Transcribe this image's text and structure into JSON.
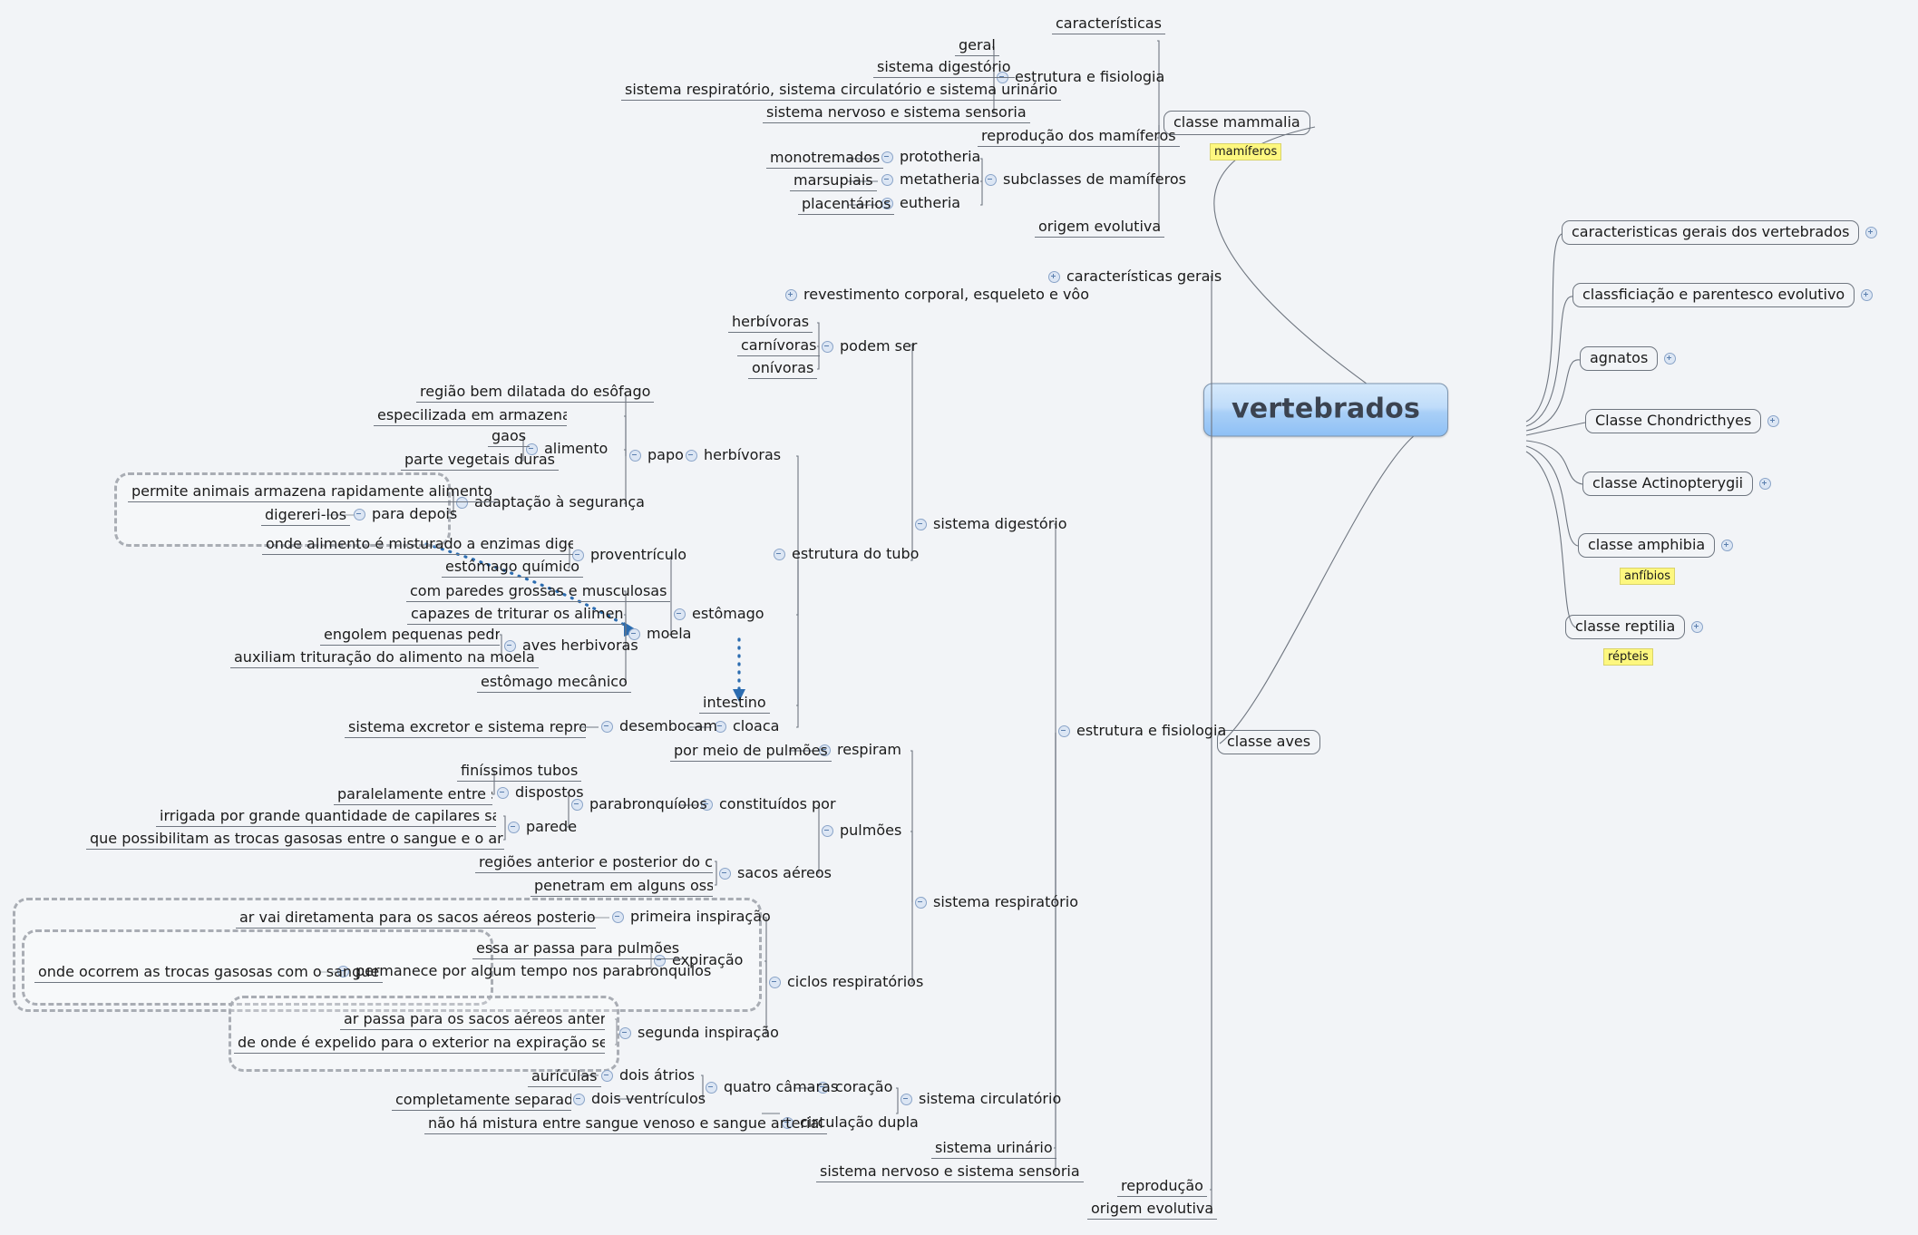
{
  "root": {
    "label": "vertebrados"
  },
  "right_branches": [
    {
      "label": "caracteristicas gerais dos vertebrados",
      "knob": "plus",
      "knob_side": "right"
    },
    {
      "label": "classficiação e parentesco evolutivo",
      "knob": "plus",
      "knob_side": "right"
    },
    {
      "label": "agnatos",
      "knob": "plus",
      "knob_side": "right"
    },
    {
      "label": "Classe Chondricthyes",
      "knob": "plus",
      "knob_side": "right"
    },
    {
      "label": "classe Actinopterygii",
      "knob": "plus",
      "knob_side": "right"
    },
    {
      "label": "classe amphibia",
      "knob": "plus",
      "knob_side": "right",
      "note": "anfíbios"
    },
    {
      "label": "classe reptilia",
      "knob": "plus",
      "knob_side": "right",
      "note": "répteis"
    }
  ],
  "mammalia": {
    "label": "classe mammalia",
    "note": "mamíferos",
    "children": [
      {
        "label": "estrutura e fisiologia",
        "knob": "minus",
        "children": [
          {
            "label": "geral"
          },
          {
            "label": "sistema digestório"
          },
          {
            "label": "sistema respiratório, sistema circulatório e sistema urinário"
          },
          {
            "label": "sistema nervoso e sistema sensoria"
          }
        ]
      },
      {
        "label": "reprodução dos mamíferos"
      },
      {
        "label": "subclasses de mamíferos",
        "knob": "minus",
        "children": [
          {
            "label": "prototheria",
            "knob": "minus",
            "children": [
              {
                "label": "monotremados"
              }
            ]
          },
          {
            "label": "metatheria",
            "knob": "minus",
            "children": [
              {
                "label": "marsupiais"
              }
            ]
          },
          {
            "label": "eutheria",
            "knob": "minus",
            "children": [
              {
                "label": "placentários"
              }
            ]
          }
        ]
      },
      {
        "label": "origem evolutiva"
      }
    ]
  },
  "aves": {
    "label": "classe aves",
    "children": [
      {
        "label": "características gerais",
        "knob": "plus"
      },
      {
        "label": "estrutura e fisiologia",
        "knob": "minus"
      },
      {
        "label": "reprodução"
      },
      {
        "label": "origem evolutiva"
      }
    ]
  },
  "aves_detail": {
    "revestimento": {
      "label": "revestimento corporal, esqueleto e vôo",
      "knob": "plus"
    },
    "digestorio": {
      "label": "sistema digestório",
      "knob": "minus"
    },
    "podem_ser": {
      "label": "podem ser",
      "knob": "minus",
      "children": [
        {
          "label": "herbívoras"
        },
        {
          "label": "carnívoras"
        },
        {
          "label": "onívoras"
        }
      ]
    },
    "estrutura_tubo": {
      "label": "estrutura do tubo",
      "knob": "minus"
    },
    "papo": {
      "label": "papo",
      "knob": "minus",
      "children": [
        {
          "label": "região bem dilatada do esôfago"
        },
        {
          "label": "especilizada em armazenar o alimento"
        },
        {
          "label": "alimento",
          "knob": "minus",
          "children": [
            {
              "label": "gaos"
            },
            {
              "label": "parte vegetais duras"
            }
          ]
        },
        {
          "label": "adaptação à segurança",
          "knob": "minus",
          "children": [
            {
              "label": "permite animais armazena rapidamente alimento"
            },
            {
              "label": "para depois",
              "knob": "minus",
              "children": [
                {
                  "label": "digereri-los"
                }
              ]
            }
          ]
        }
      ]
    },
    "herbivoras_papo": {
      "label": "herbívoras",
      "knob": "minus"
    },
    "proventriculo": {
      "label": "proventrículo",
      "knob": "minus",
      "children": [
        {
          "label": "onde alimento é misturado a enzimas digestórias"
        },
        {
          "label": "estômago químico"
        }
      ]
    },
    "estomago": {
      "label": "estômago",
      "knob": "minus"
    },
    "moela": {
      "label": "moela",
      "knob": "minus",
      "children": [
        {
          "label": "com paredes grossas e musculosas"
        },
        {
          "label": "capazes de triturar os alimentos"
        },
        {
          "label": "aves herbivoras",
          "knob": "minus",
          "children": [
            {
              "label": "engolem pequenas pedras"
            },
            {
              "label": "auxiliam trituração do alimento na moela"
            }
          ]
        },
        {
          "label": "estômago mecânico"
        }
      ]
    },
    "intestino": {
      "label": "intestino"
    },
    "cloaca": {
      "label": "cloaca",
      "knob": "minus"
    },
    "desembocam": {
      "label": "desembocam",
      "knob": "minus",
      "children": [
        {
          "label": "sistema excretor e sistema reproduto"
        }
      ]
    },
    "respiratorio": {
      "label": "sistema respiratório",
      "knob": "minus"
    },
    "respiram": {
      "label": "respiram",
      "knob": "minus",
      "children": [
        {
          "label": "por meio de pulmões"
        }
      ]
    },
    "pulmoes": {
      "label": "pulmões",
      "knob": "minus"
    },
    "constituidos_por": {
      "label": "constituídos por",
      "knob": "minus"
    },
    "parabronquiolos": {
      "label": "parabronquíolos",
      "knob": "minus",
      "children": [
        {
          "label": "dispostos",
          "knob": "minus",
          "children": [
            {
              "label": "finíssimos tubos"
            },
            {
              "label": "paralelamente entre s"
            }
          ]
        },
        {
          "label": "parede",
          "knob": "minus",
          "children": [
            {
              "label": "irrigada por grande quantidade de capilares sanguíneos"
            },
            {
              "label": "que possibilitam as trocas gasosas entre o sangue e o ar inalado"
            }
          ]
        }
      ]
    },
    "sacos_aereos": {
      "label": "sacos aéreos",
      "knob": "minus",
      "children": [
        {
          "label": "regiões anterior e posterior do corpo"
        },
        {
          "label": "penetram em alguns ossos"
        }
      ]
    },
    "ciclos": {
      "label": "ciclos respiratórios",
      "knob": "minus"
    },
    "primeira_inspiracao": {
      "label": "primeira inspiração",
      "knob": "minus",
      "children": [
        {
          "label": "ar vai diretamenta para os sacos aéreos posteriores"
        }
      ]
    },
    "expiracao": {
      "label": "expiração",
      "knob": "minus",
      "children": [
        {
          "label": "essa ar passa para pulmões"
        },
        {
          "label": "permanece por algum tempo nos parabronquilos",
          "knob": "minus",
          "children": [
            {
              "label": "onde ocorrem as trocas gasosas com o sangue"
            }
          ]
        }
      ]
    },
    "segunda_inspiracao": {
      "label": "segunda inspiração",
      "knob": "minus",
      "children": [
        {
          "label": "ar passa para os sacos aéreos anteriores"
        },
        {
          "label": "de onde é expelido para o exterior na expiração seguinte"
        }
      ]
    },
    "circulatorio": {
      "label": "sistema circulatório",
      "knob": "minus"
    },
    "coracao": {
      "label": "coração",
      "knob": "minus"
    },
    "quatro_camaras": {
      "label": "quatro câmaras",
      "knob": "minus",
      "children": [
        {
          "label": "dois átrios",
          "knob": "minus",
          "children": [
            {
              "label": "aurículas"
            }
          ]
        },
        {
          "label": "dois ventrículos",
          "knob": "minus",
          "children": [
            {
              "label": "completamente separados"
            }
          ]
        }
      ]
    },
    "circulacao_dupla": {
      "label": "circulação dupla",
      "knob": "minus",
      "children": [
        {
          "label": "não há mistura entre sangue venoso e sangue arterial"
        }
      ]
    },
    "urinario": {
      "label": "sistema urinário"
    },
    "nervoso": {
      "label": "sistema nervoso e sistema sensoria"
    }
  },
  "mammalia_top": {
    "label": "características"
  },
  "colors": {
    "background": "#f2f4f7",
    "root_accent": "#8ec0f5",
    "note_yellow": "#fdf77f",
    "line": "#6f7680",
    "connector_blue": "#2e6da4"
  }
}
